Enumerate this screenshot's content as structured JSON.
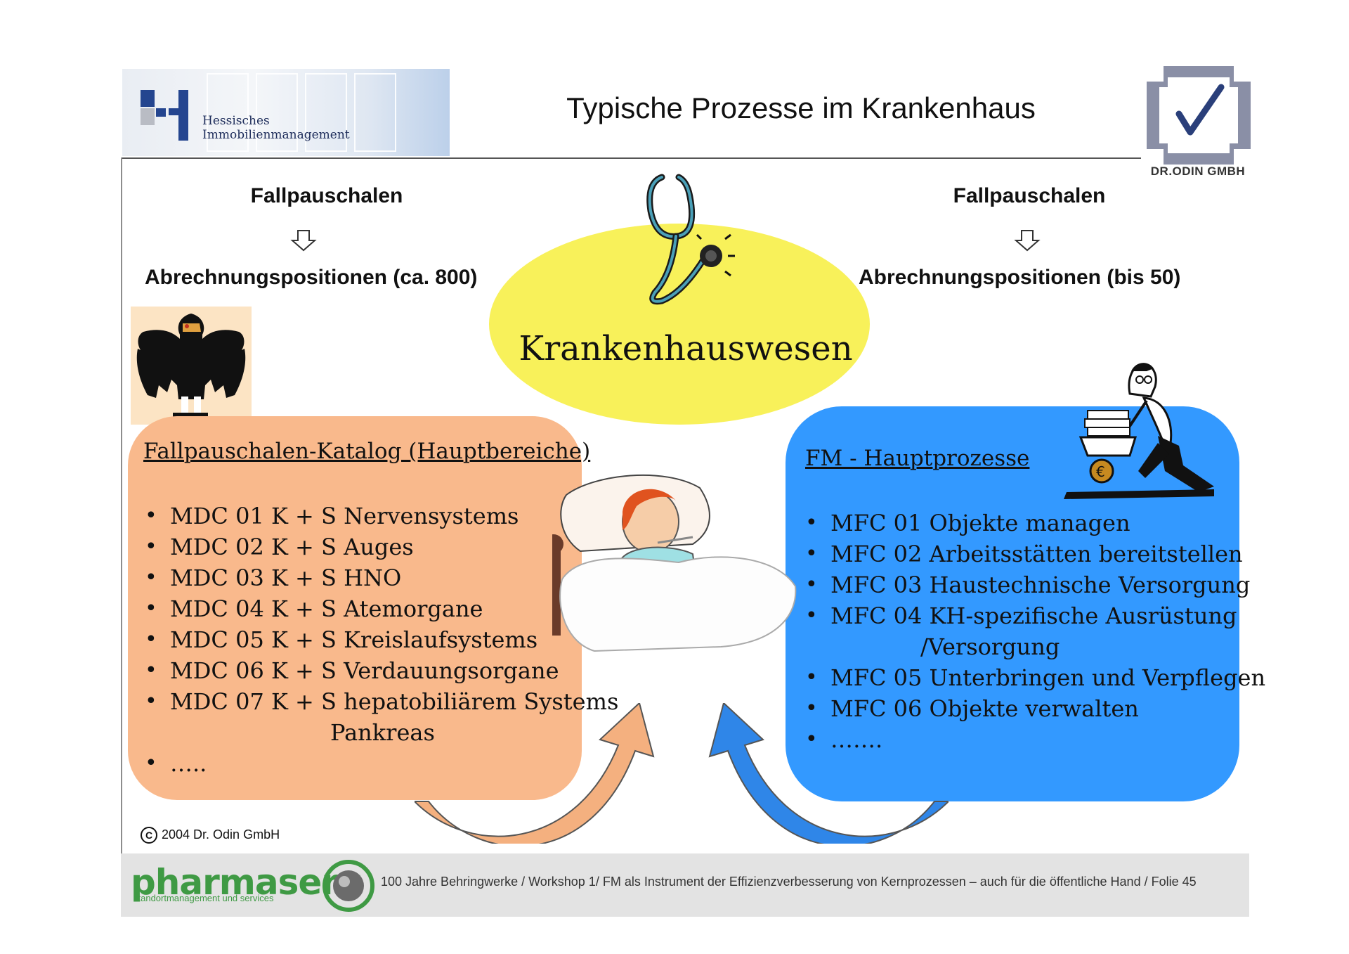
{
  "header": {
    "title": "Typische Prozesse im Krankenhaus",
    "logo_left_line1": "Hessisches",
    "logo_left_line2": "Immobilienmanagement",
    "logo_right_caption": "DR.ODIN GMBH"
  },
  "top": {
    "left_heading": "Fallpauschalen",
    "left_sub": "Abrechnungspositionen (ca. 800)",
    "right_heading": "Fallpauschalen",
    "right_sub": "Abrechnungspositionen (bis 50)",
    "center": "Krankenhauswesen"
  },
  "left_box": {
    "title": "Fallpauschalen-Katalog (Hauptbereiche)",
    "items": [
      "MDC 01 K + S Nervensystems",
      "MDC 02 K + S Auges",
      "MDC 03 K + S HNO",
      "MDC 04 K + S Atemorgane",
      "MDC 05 K + S Kreislaufsystems",
      "MDC 06 K + S Verdauungsorgane",
      "MDC 07 K + S hepatobiliärem Systems",
      "Pankreas",
      "….."
    ]
  },
  "right_box": {
    "title": "FM - Hauptprozesse",
    "items": [
      "MFC 01 Objekte managen",
      "MFC 02 Arbeitsstätten bereitstellen",
      "MFC 03 Haustechnische Versorgung",
      "MFC 04 KH-spezifische Ausrüstung",
      "/Versorgung",
      "MFC 05 Unterbringen und Verpflegen",
      "MFC 06 Objekte verwalten",
      "……."
    ]
  },
  "footer": {
    "copyright": "2004 Dr. Odin GmbH",
    "brand": "pharmaserv",
    "brand_sub": "standortmanagement und services",
    "text": "100 Jahre Behringwerke / Workshop 1/ FM als Instrument der Effizienzverbesserung von Kernprozessen – auch für die öffentliche Hand / Folie 45"
  },
  "colors": {
    "ellipse": "#f8f15a",
    "left_box": "#f9b98c",
    "right_box": "#3399ff",
    "brand_green": "#3f9a44"
  }
}
